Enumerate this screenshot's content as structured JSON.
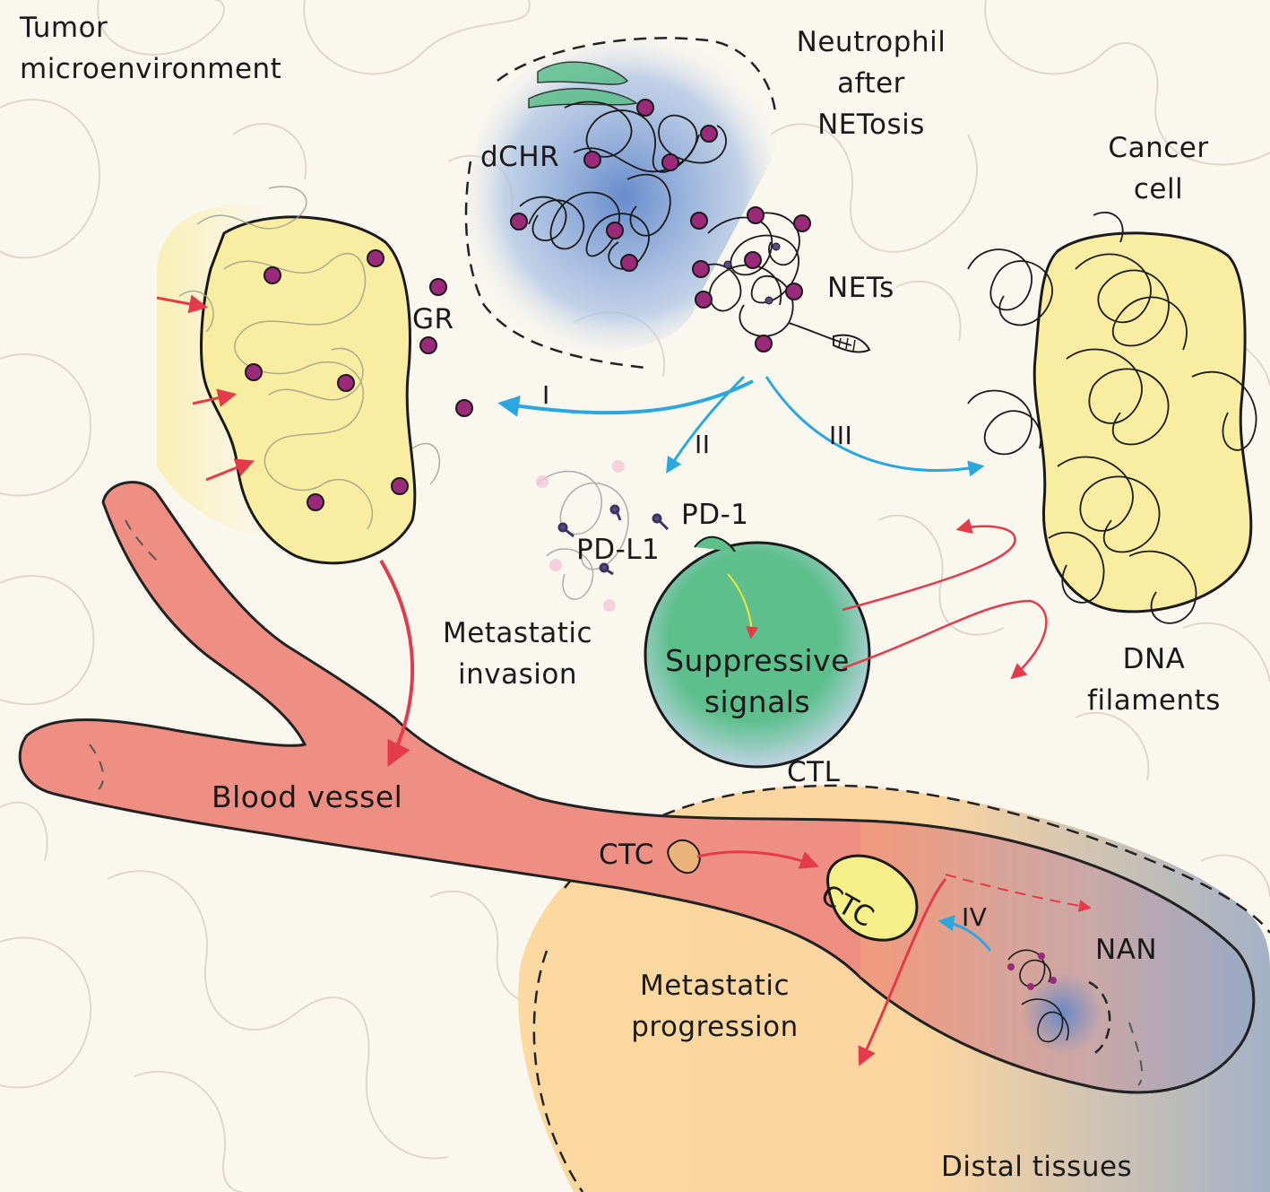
{
  "labels": {
    "tumor_microenvironment": [
      "Tumor",
      "microenvironment"
    ],
    "neutrophil": [
      "Neutrophil",
      "after",
      "NETosis"
    ],
    "dchr": "dCHR",
    "nets": "NETs",
    "gr": "GR",
    "cancer_cell": [
      "Cancer",
      "cell"
    ],
    "pathway_i": "I",
    "pathway_ii": "II",
    "pathway_iii": "III",
    "pathway_iv": "IV",
    "pd1": "PD-1",
    "pdl1": "PD-L1",
    "metastatic_invasion": [
      "Metastatic",
      "invasion"
    ],
    "suppressive_signals": [
      "Suppressive",
      "signals"
    ],
    "dna_filaments": [
      "DNA",
      "filaments"
    ],
    "ctl": "CTL",
    "blood_vessel": "Blood vessel",
    "ctc_vessel": "CTC",
    "ctc_tissue": "CTC",
    "nan": "NAN",
    "metastatic_progression": [
      "Metastatic",
      "progression"
    ],
    "distal_tissues": "Distal tissues"
  },
  "colors": {
    "background": "#faf7ee",
    "cell_outline": "#d6d2c4",
    "vessel": "#ef8f84",
    "tumor_yellow": "#f8eda0",
    "granule": "#9b2a7a",
    "chromatin_blue": "#7a9ed2",
    "ctl_green": "#5cbf8c",
    "arrow_blue": "#2aa7e0",
    "arrow_red": "#e43a4a",
    "distal_orange": "#fbd9a0",
    "distal_blue": "#9eaec6"
  }
}
